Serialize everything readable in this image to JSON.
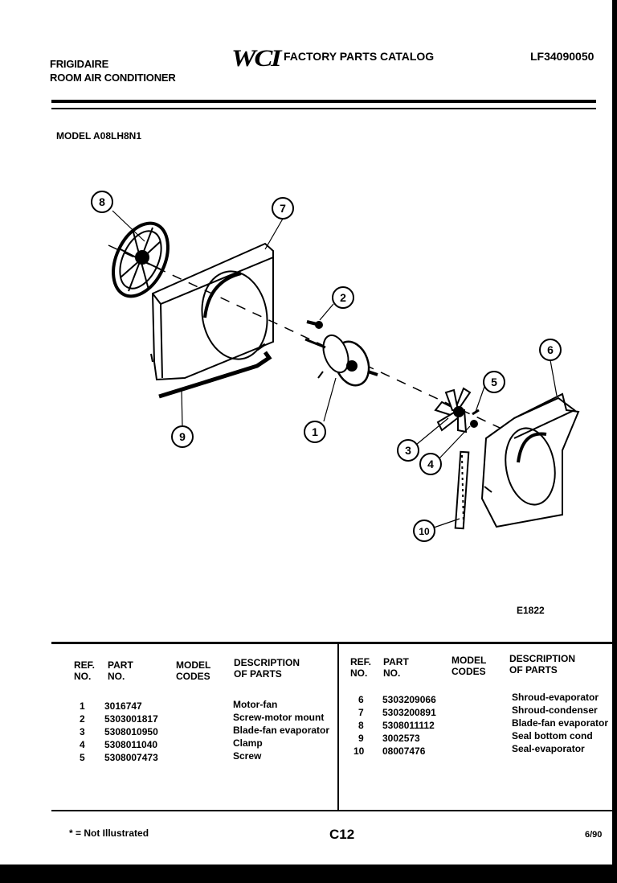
{
  "header": {
    "brand": "FRIGIDAIRE",
    "product": "ROOM AIR CONDITIONER",
    "logo": "WCI",
    "catalog_title": "FACTORY PARTS CATALOG",
    "catalog_number": "LF34090050"
  },
  "model_label": "MODEL A08LH8N1",
  "diagram": {
    "figure_code": "E1822",
    "callouts": [
      "1",
      "2",
      "3",
      "4",
      "5",
      "6",
      "7",
      "8",
      "9",
      "10"
    ]
  },
  "table": {
    "headers": {
      "ref": [
        "REF.",
        "NO."
      ],
      "part": [
        "PART",
        "NO."
      ],
      "model": [
        "MODEL",
        "CODES"
      ],
      "desc": [
        "DESCRIPTION",
        "OF PARTS"
      ]
    },
    "left_rows": [
      {
        "ref": "1",
        "part": "3016747",
        "desc": "Motor-fan"
      },
      {
        "ref": "2",
        "part": "5303001817",
        "desc": "Screw-motor mount"
      },
      {
        "ref": "3",
        "part": "5308010950",
        "desc": "Blade-fan evaporator"
      },
      {
        "ref": "4",
        "part": "5308011040",
        "desc": "Clamp"
      },
      {
        "ref": "5",
        "part": "5308007473",
        "desc": "Screw"
      }
    ],
    "right_rows": [
      {
        "ref": "6",
        "part": "5303209066",
        "desc": "Shroud-evaporator"
      },
      {
        "ref": "7",
        "part": "5303200891",
        "desc": "Shroud-condenser"
      },
      {
        "ref": "8",
        "part": "5308011112",
        "desc": "Blade-fan evaporator"
      },
      {
        "ref": "9",
        "part": "3002573",
        "desc": "Seal bottom cond"
      },
      {
        "ref": "10",
        "part": "08007476",
        "desc": "Seal-evaporator"
      }
    ]
  },
  "footer": {
    "note": "* = Not Illustrated",
    "page": "C12",
    "date": "6/90"
  }
}
